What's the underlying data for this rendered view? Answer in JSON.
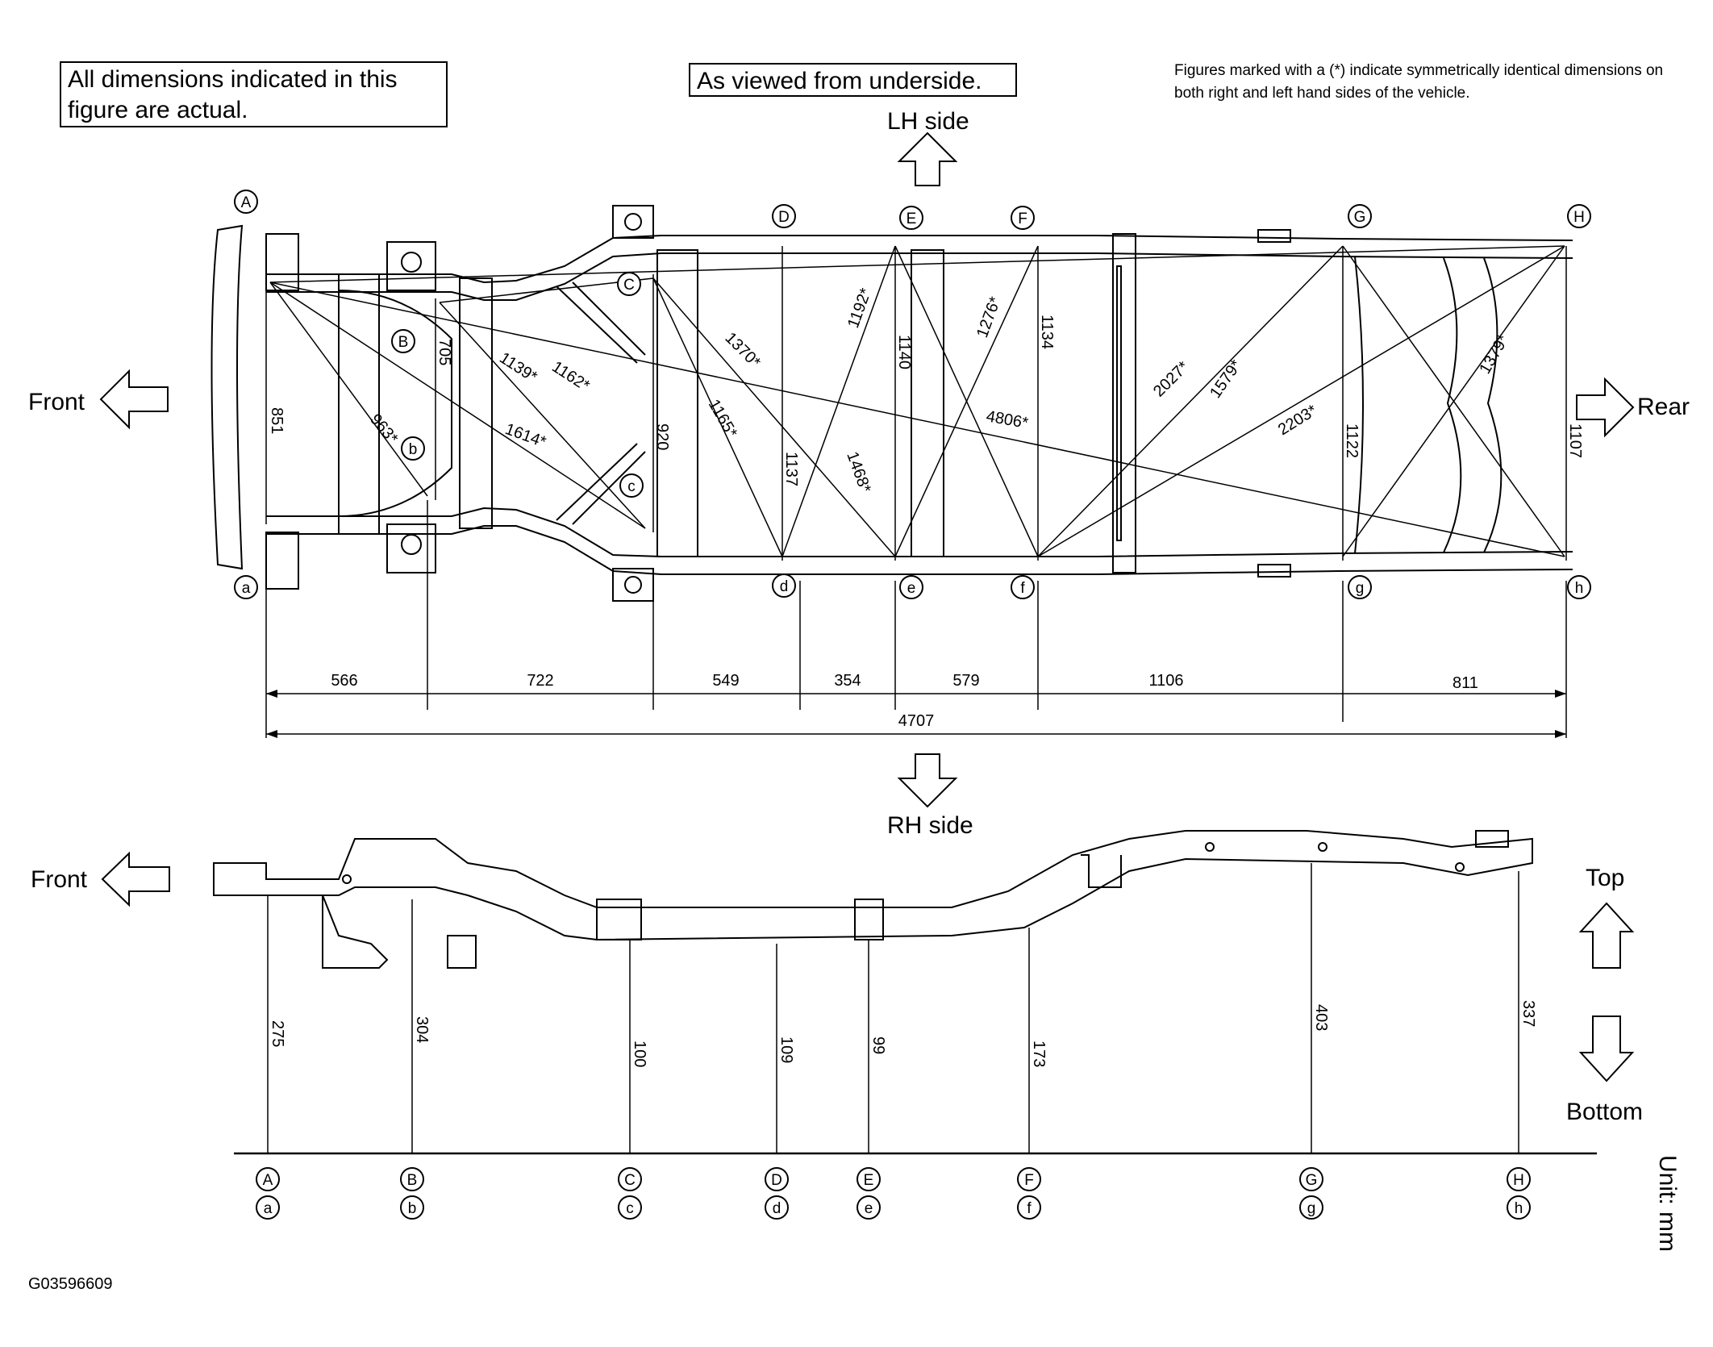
{
  "notes": {
    "actual": "All dimensions indicated in this figure are actual.",
    "view": "As viewed from underside.",
    "symmetry": "Figures marked with a (*) indicate symmetrically identical dimensions on both right and left hand sides of the vehicle."
  },
  "directions": {
    "lh": "LH side",
    "rh": "RH side",
    "front_top": "Front",
    "front_side": "Front",
    "rear": "Rear",
    "top": "Top",
    "bottom": "Bottom"
  },
  "unit": "Unit: mm",
  "figure_id": "G03596609",
  "points_upper": [
    "A",
    "B",
    "C",
    "D",
    "E",
    "F",
    "G",
    "H"
  ],
  "points_lower": [
    "a",
    "b",
    "c",
    "d",
    "e",
    "f",
    "g",
    "h"
  ],
  "horizontal_dims": [
    "566",
    "722",
    "549",
    "354",
    "579",
    "1106",
    "811"
  ],
  "overall_length": "4707",
  "widths": [
    "851",
    "705",
    "920",
    "1137",
    "1140",
    "1134",
    "1122",
    "1107"
  ],
  "diagonals": [
    "963*",
    "1139*",
    "1162*",
    "1614*",
    "1370*",
    "1165*",
    "1192*",
    "1468*",
    "1276*",
    "4806*",
    "2027*",
    "1579*",
    "2203*",
    "1379*"
  ],
  "heights": [
    "275",
    "304",
    "100",
    "109",
    "99",
    "173",
    "403",
    "337"
  ]
}
